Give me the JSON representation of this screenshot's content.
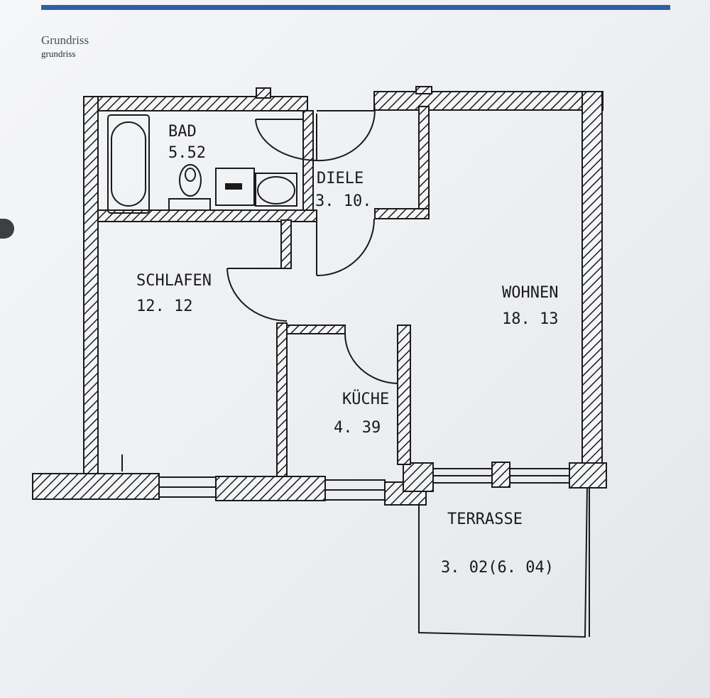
{
  "caption": {
    "title": "Grundriss",
    "subtitle": "grundriss"
  },
  "rooms": {
    "bad": {
      "name": "BAD",
      "area": "5.52"
    },
    "diele": {
      "name": "DIELE",
      "area": "3. 10."
    },
    "schlafen": {
      "name": "SCHLAFEN",
      "area": "12. 12"
    },
    "wohnen": {
      "name": "WOHNEN",
      "area": "18. 13"
    },
    "kueche": {
      "name": "KÜCHE",
      "area": "4. 39"
    },
    "terrasse": {
      "name": "TERRASSE",
      "area": "3. 02(6. 04)"
    }
  },
  "colors": {
    "accent_rule": "#2f5ea8",
    "ink": "#1a1a1a",
    "paper": "#f1f2f4"
  }
}
